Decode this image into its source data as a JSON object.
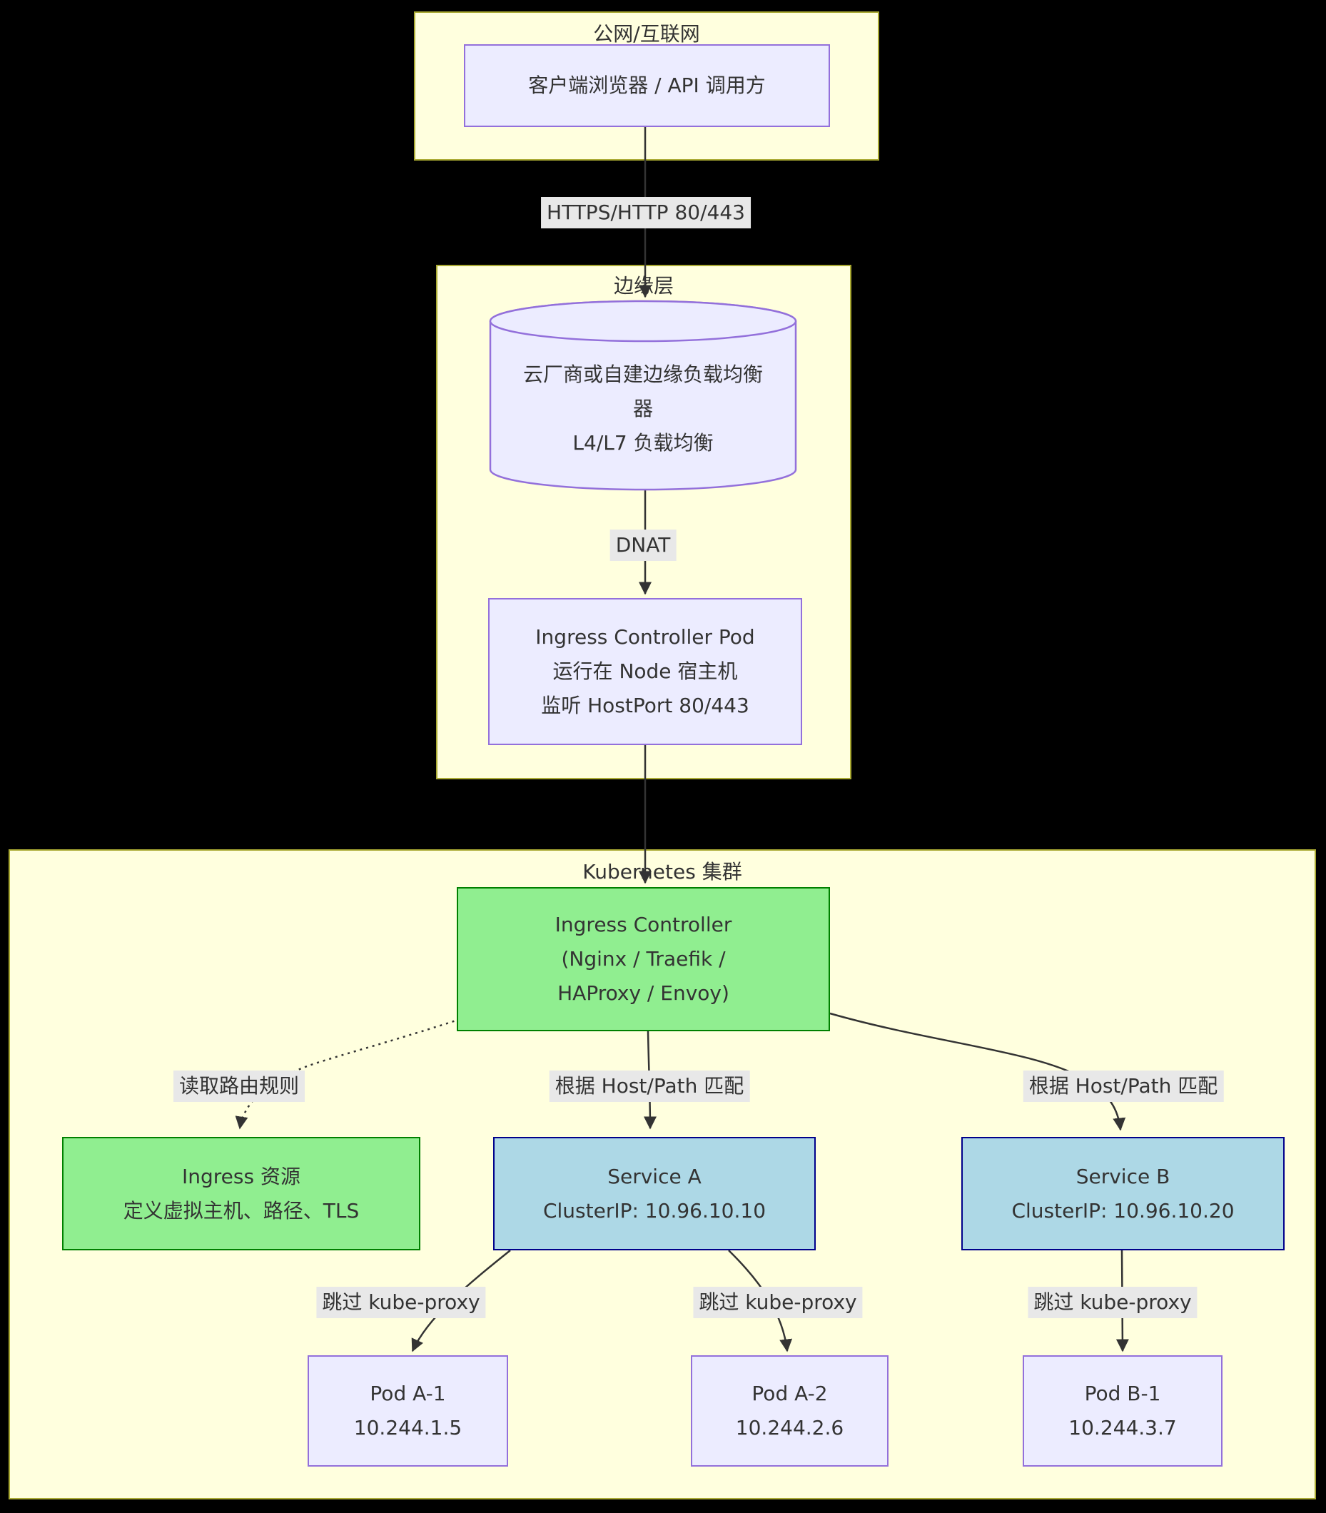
{
  "diagram": {
    "public_net": {
      "title": "公网/互联网",
      "client": {
        "lines": [
          "客户端浏览器 / API 调用方"
        ]
      }
    },
    "edge_layer": {
      "title": "边缘层",
      "load_balancer": {
        "lines": [
          "云厂商或自建边缘负载均衡",
          "器",
          "L4/L7 负载均衡"
        ]
      },
      "ingress_controller_pod": {
        "lines": [
          "Ingress Controller Pod",
          "运行在 Node 宿主机",
          "监听 HostPort 80/443"
        ]
      }
    },
    "k8s_cluster": {
      "title": "Kubernetes 集群",
      "ingress_controller": {
        "lines": [
          "Ingress Controller",
          "(Nginx / Traefik /",
          "HAProxy / Envoy)"
        ]
      },
      "ingress_resource": {
        "lines": [
          "Ingress 资源",
          "定义虚拟主机、路径、TLS"
        ]
      },
      "service_a": {
        "lines": [
          "Service A",
          "ClusterIP: 10.96.10.10"
        ]
      },
      "service_b": {
        "lines": [
          "Service B",
          "ClusterIP: 10.96.10.20"
        ]
      },
      "pod_a1": {
        "lines": [
          "Pod A-1",
          "10.244.1.5"
        ]
      },
      "pod_a2": {
        "lines": [
          "Pod A-2",
          "10.244.2.6"
        ]
      },
      "pod_b1": {
        "lines": [
          "Pod B-1",
          "10.244.3.7"
        ]
      }
    },
    "edge_labels": {
      "https": "HTTPS/HTTP 80/443",
      "dnat": "DNAT",
      "read_rules": "读取路由规则",
      "match_a": "根据 Host/Path 匹配",
      "match_b": "根据 Host/Path 匹配",
      "skip_a1": "跳过 kube-proxy",
      "skip_a2": "跳过 kube-proxy",
      "skip_b1": "跳过 kube-proxy"
    },
    "colors": {
      "background": "#000000",
      "cluster_fill": "#ffffde",
      "cluster_border": "#aaaa33",
      "node_fill": "#ececff",
      "node_border": "#9370db",
      "controller_fill": "#90ee90",
      "controller_border": "#008000",
      "service_fill": "#add8e6",
      "service_border": "#00008b",
      "edge_color": "#333333",
      "edge_label_bg": "#e8e8e8",
      "text": "#333333"
    }
  }
}
